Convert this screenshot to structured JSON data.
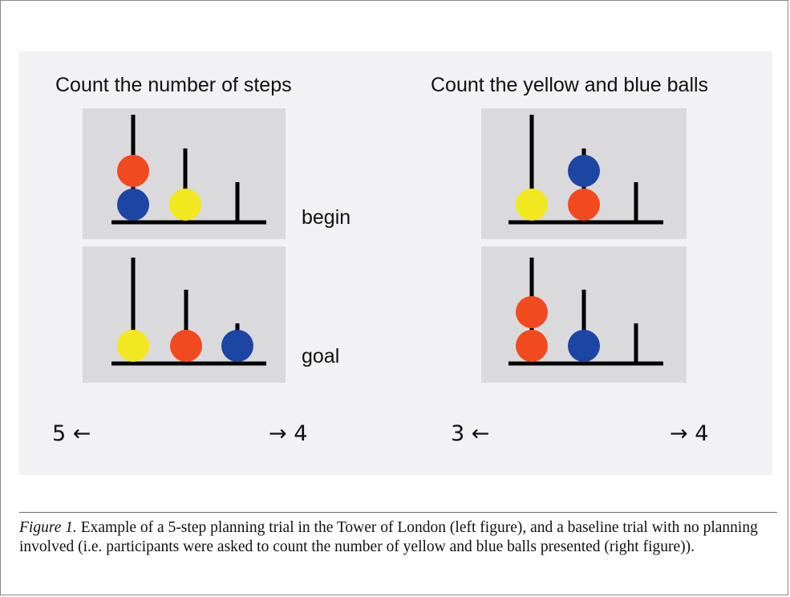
{
  "figure": {
    "left": {
      "title": "Count the number of steps",
      "top_panel": {
        "pegs": [
          {
            "balls": [
              "blue",
              "red"
            ]
          },
          {
            "balls": [
              "yellow"
            ]
          },
          {
            "balls": []
          }
        ]
      },
      "bottom_panel": {
        "pegs": [
          {
            "balls": [
              "yellow"
            ]
          },
          {
            "balls": [
              "red"
            ]
          },
          {
            "balls": [
              "blue"
            ]
          }
        ]
      },
      "begin_label": "begin",
      "goal_label": "goal",
      "count_left": "5 ←",
      "count_right": "→ 4"
    },
    "right": {
      "title": "Count the yellow and blue balls",
      "top_panel": {
        "pegs": [
          {
            "balls": [
              "yellow"
            ]
          },
          {
            "balls": [
              "red",
              "blue"
            ]
          },
          {
            "balls": []
          }
        ]
      },
      "bottom_panel": {
        "pegs": [
          {
            "balls": [
              "red",
              "red"
            ]
          },
          {
            "balls": [
              "blue"
            ]
          },
          {
            "balls": []
          }
        ]
      },
      "count_left": "3 ←",
      "count_right": "→ 4"
    }
  },
  "colors": {
    "red": "#f24a1f",
    "yellow": "#f2e81f",
    "blue": "#1d45a3",
    "panel": "#dadadc",
    "background": "#f2f2f4"
  },
  "caption": {
    "figure_label": "Figure 1.",
    "text": " Example of a 5-step planning trial in the Tower of London (left figure), and a baseline trial with no planning involved (i.e. participants were asked to count the number of yellow and blue balls presented (right figure))."
  }
}
